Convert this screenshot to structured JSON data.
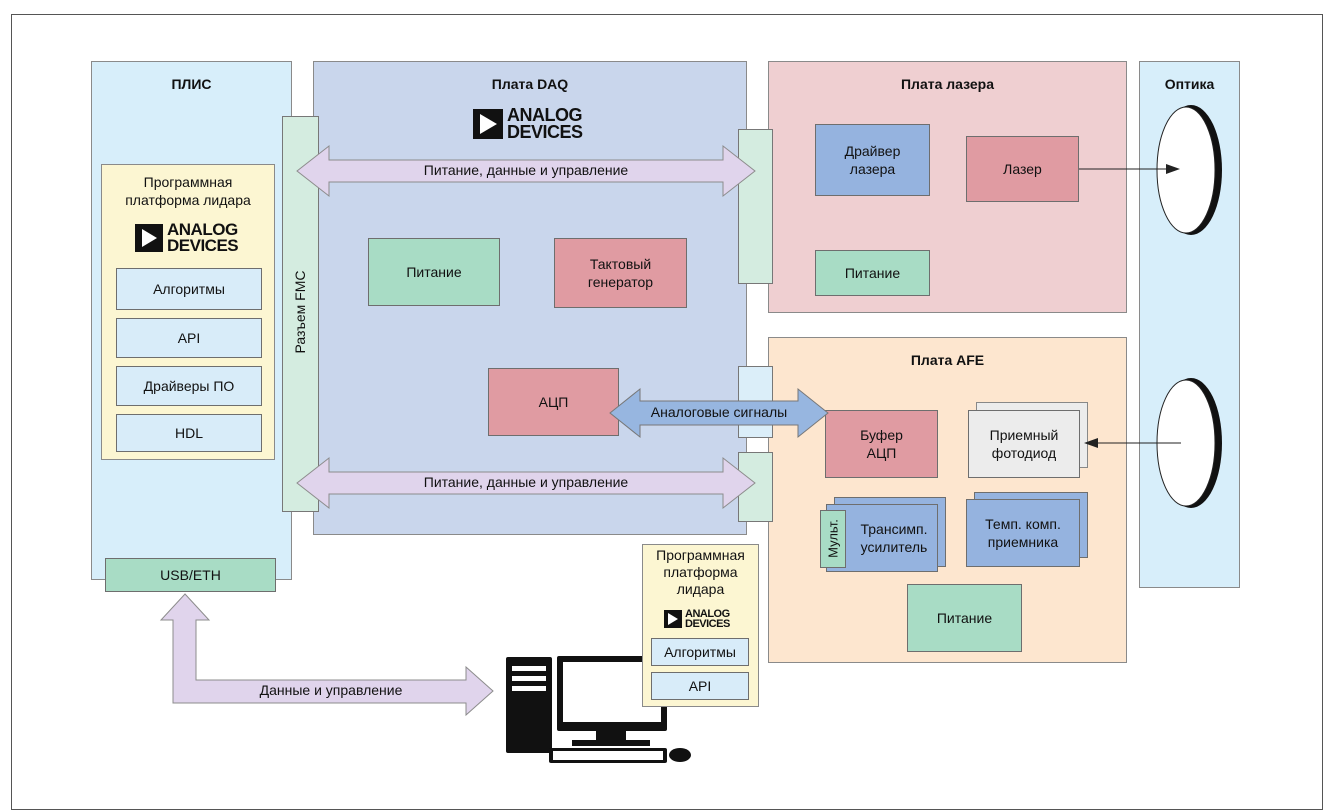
{
  "logo": {
    "line1": "ANALOG",
    "line2": "DEVICES"
  },
  "fpga": {
    "title": "ПЛИС",
    "platform_title": "Программная\nплатформа лидара",
    "items": [
      "Алгоритмы",
      "API",
      "Драйверы ПО",
      "HDL"
    ],
    "usb": "USB/ETH"
  },
  "fmc": {
    "label": "Разъем FMC"
  },
  "daq": {
    "title": "Плата DAQ",
    "arrow_top": "Питание, данные и управление",
    "arrow_bottom": "Питание, данные и управление",
    "power": "Питание",
    "clock": "Тактовый\nгенератор",
    "adc": "АЦП",
    "analog_signals": "Аналоговые сигналы"
  },
  "laser": {
    "title": "Плата лазера",
    "driver": "Драйвер\nлазера",
    "laser": "Лазер",
    "power": "Питание"
  },
  "afe": {
    "title": "Плата AFE",
    "adc_buffer": "Буфер\nАЦП",
    "photodiode": "Приемный\nфотодиод",
    "mux": "Мульт.",
    "tia": "Трансимп.\nусилитель",
    "temp_comp": "Темп. комп.\nприемника",
    "power": "Питание"
  },
  "optics": {
    "title": "Оптика"
  },
  "pc": {
    "data_arrow": "Данные и управление",
    "platform_title": "Программная\nплатформа\nлидара",
    "items": [
      "Алгоритмы",
      "API"
    ]
  },
  "colors": {
    "panel_lightblue": "#d7eefa",
    "panel_daq": "#c9d6ec",
    "panel_laser": "#efcfd1",
    "panel_afe": "#fde6cf",
    "arrow_purple": "#e0d4ec",
    "arrow_blue": "#97b6e0",
    "green": "#a8dcc5",
    "red": "#e09ba2",
    "blue": "#95b3df"
  }
}
